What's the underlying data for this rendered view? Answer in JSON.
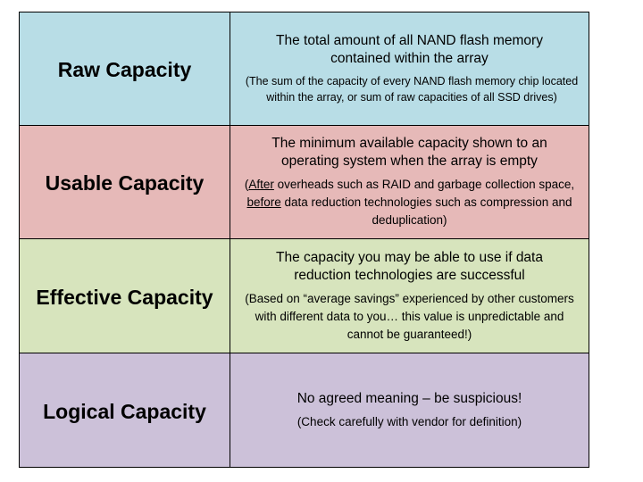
{
  "colors": {
    "raw": "#b8dde6",
    "usable": "#e6b9b8",
    "effective": "#d7e4bd",
    "logical": "#ccc1d9",
    "border": "#000000"
  },
  "rows": [
    {
      "term": "Raw Capacity",
      "definition": "The total amount of all NAND flash memory contained within the array",
      "note": "(The sum of the capacity of every NAND flash memory chip located within the array, or sum of raw capacities of all SSD drives)"
    },
    {
      "term": "Usable Capacity",
      "definition": "The minimum available capacity shown to an operating system when the array is empty",
      "note_parts": {
        "open": "(",
        "after": "After",
        "mid": " overheads such as RAID and garbage collection space, ",
        "before": "before",
        "end": " data reduction technologies such as compression and deduplication)"
      }
    },
    {
      "term": "Effective Capacity",
      "definition": "The capacity you may be able to use if data reduction technologies are successful",
      "note": "(Based on “average savings” experienced by other customers with different data to you… this value is unpredictable and cannot be guaranteed!)"
    },
    {
      "term": "Logical Capacity",
      "definition": "No agreed meaning – be suspicious!",
      "note": "(Check carefully with vendor for definition)"
    }
  ]
}
